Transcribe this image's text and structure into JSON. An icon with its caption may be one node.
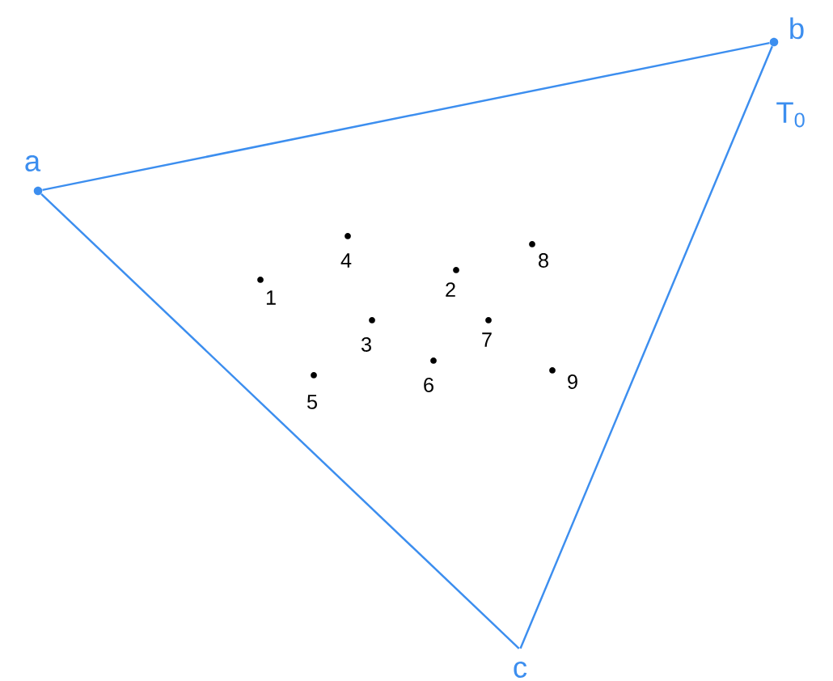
{
  "diagram": {
    "nodes": [
      {
        "text": [
          "a"
        ]
      },
      {
        "text": [
          "b"
        ]
      },
      {
        "text": [
          "c"
        ]
      }
    ],
    "edges": [
      {
        "from": 0,
        "to": 1,
        "arrow": "none"
      },
      {
        "from": 1,
        "to": 2,
        "arrow": "none"
      },
      {
        "from": 2,
        "to": 0,
        "arrow": "none"
      }
    ],
    "labels": [
      "T$_{0}$",
      "4",
      "8",
      "1",
      "2",
      "3",
      "7",
      "6",
      "9",
      "5"
    ]
  }
}
